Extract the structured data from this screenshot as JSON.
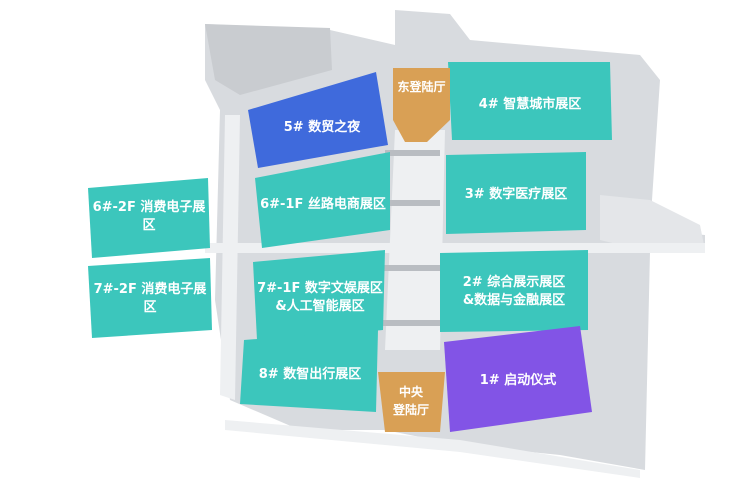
{
  "map": {
    "colors": {
      "hall_teal": "#3CC6BC",
      "hall_teal_edge": "#2AA79E",
      "hall_blue": "#3F6ADC",
      "hall_purple": "#8254E6",
      "hall_orange": "#D9A055",
      "ground": "#D8DBDF",
      "road": "#EEF0F2",
      "building": "#C7CACE"
    },
    "halls": [
      {
        "id": "h5",
        "label": "5# 数贸之夜",
        "color": "hall_blue"
      },
      {
        "id": "h4",
        "label": "4# 智慧城市展区",
        "color": "hall_teal"
      },
      {
        "id": "h6_1",
        "label": "6#-1F 丝路电商展区",
        "color": "hall_teal"
      },
      {
        "id": "h3",
        "label": "3# 数字医疗展区",
        "color": "hall_teal"
      },
      {
        "id": "h6_2",
        "label": "6#-2F 消费电子展区",
        "color": "hall_teal"
      },
      {
        "id": "h7_1",
        "label": "7#-1F 数字文娱展区\n&人工智能展区",
        "color": "hall_teal"
      },
      {
        "id": "h2",
        "label": "2# 综合展示展区\n&数据与金融展区",
        "color": "hall_teal"
      },
      {
        "id": "h7_2",
        "label": "7#-2F 消费电子展区",
        "color": "hall_teal"
      },
      {
        "id": "h8",
        "label": "8# 数智出行展区",
        "color": "hall_teal"
      },
      {
        "id": "h1",
        "label": "1# 启动仪式",
        "color": "hall_purple"
      },
      {
        "id": "east",
        "label": "东登陆厅",
        "color": "hall_orange"
      },
      {
        "id": "mid",
        "label": "中央\n登陆厅",
        "color": "hall_orange"
      }
    ]
  }
}
